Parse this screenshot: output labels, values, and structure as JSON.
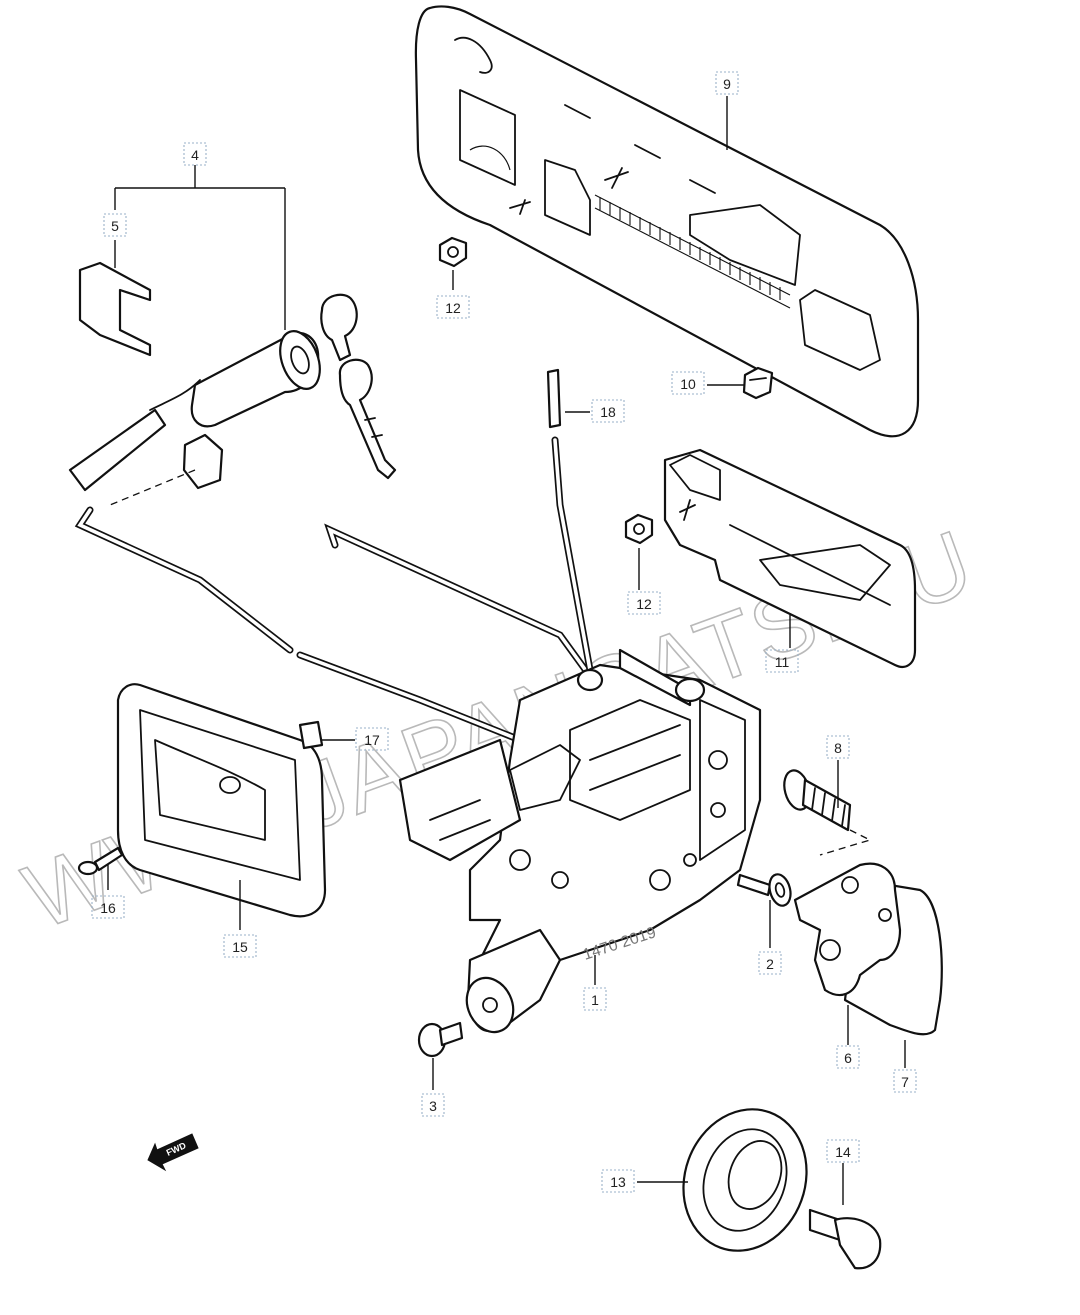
{
  "watermark": "WWW.JAPANCATS.RU",
  "direction_label": "FWD",
  "stamp": "1470 2019",
  "callouts": [
    {
      "label": "1"
    },
    {
      "label": "2"
    },
    {
      "label": "3"
    },
    {
      "label": "4"
    },
    {
      "label": "5"
    },
    {
      "label": "6"
    },
    {
      "label": "7"
    },
    {
      "label": "8"
    },
    {
      "label": "9"
    },
    {
      "label": "10"
    },
    {
      "label": "11"
    },
    {
      "label": "12"
    },
    {
      "label": "12"
    },
    {
      "label": "13"
    },
    {
      "label": "14"
    },
    {
      "label": "15"
    },
    {
      "label": "16"
    },
    {
      "label": "17"
    },
    {
      "label": "18"
    }
  ]
}
